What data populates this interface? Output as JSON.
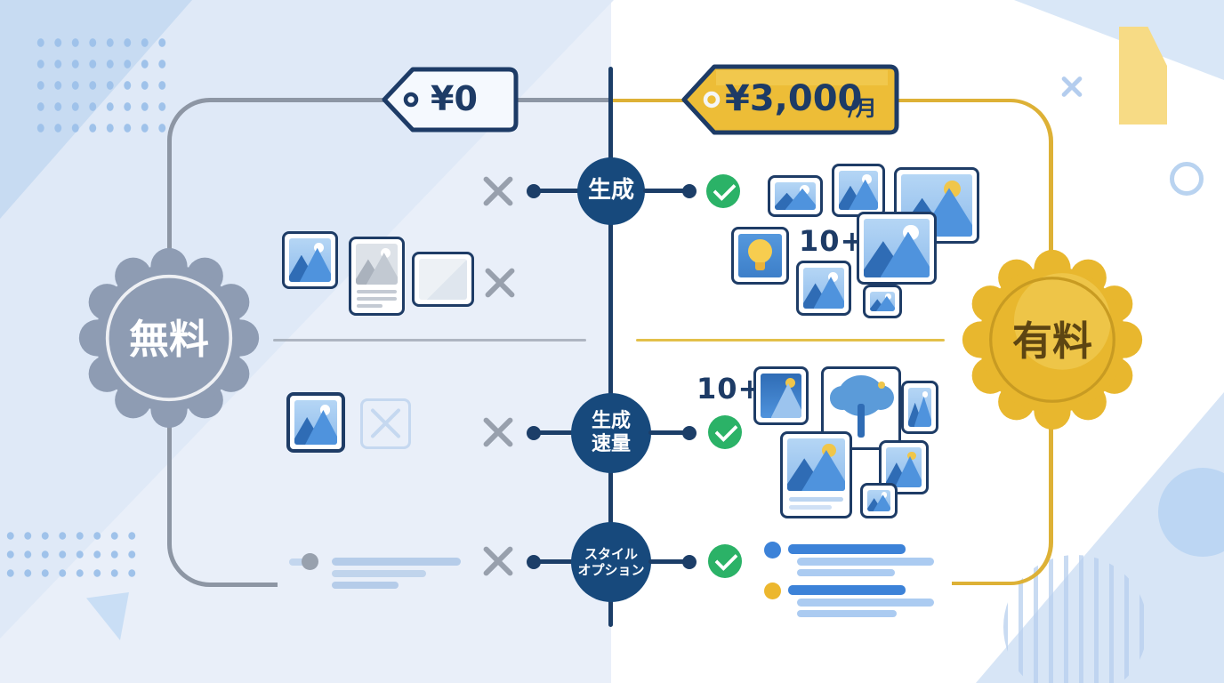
{
  "plans": {
    "free": {
      "badge": "無料",
      "price": "¥0",
      "available": false
    },
    "paid": {
      "badge": "有料",
      "price": "¥3,000",
      "price_suffix": "/月",
      "available": true
    }
  },
  "features": [
    {
      "label": "生成",
      "free": "not-included",
      "paid": "included",
      "paid_count": "10+"
    },
    {
      "label": "生成\n速量",
      "free": "not-included",
      "paid": "included",
      "paid_count": "10+"
    },
    {
      "label": "スタイル\nオプション",
      "free": "not-included",
      "paid": "included",
      "paid_count": ""
    }
  ],
  "colors": {
    "navy": "#1c3e68",
    "node_blue": "#17497c",
    "gold": "#ddb136",
    "green_check": "#2bb267",
    "gray_x": "#98a0ad",
    "free_badge": "#8e9cb3",
    "paid_badge": "#e8b72e",
    "left_panel": "#e9eff9"
  }
}
